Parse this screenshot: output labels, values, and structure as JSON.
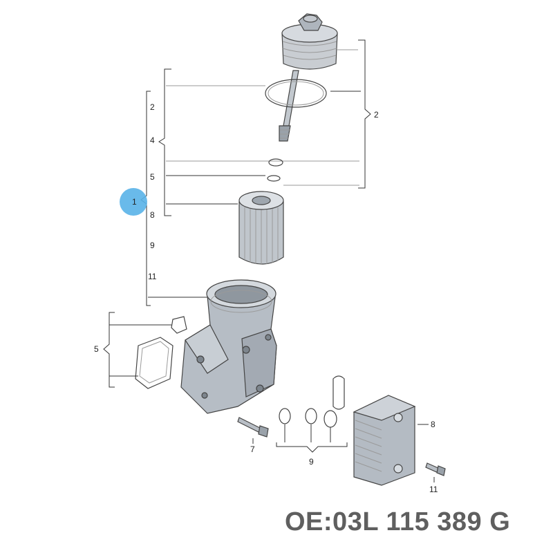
{
  "diagram": {
    "callouts": {
      "l2": "2",
      "l4": "4",
      "l5": "5",
      "l1": "1",
      "l8": "8",
      "l9": "9",
      "l11": "11",
      "r2": "2",
      "g5": "5",
      "c7": "7",
      "c9": "9",
      "c8": "8",
      "c11": "11"
    },
    "highlight_color": "#59b2e8",
    "part_fill": "#b9c0c8",
    "part_dark": "#8e959e"
  },
  "footer": {
    "oe_number": "OE:03L 115 389 G"
  }
}
